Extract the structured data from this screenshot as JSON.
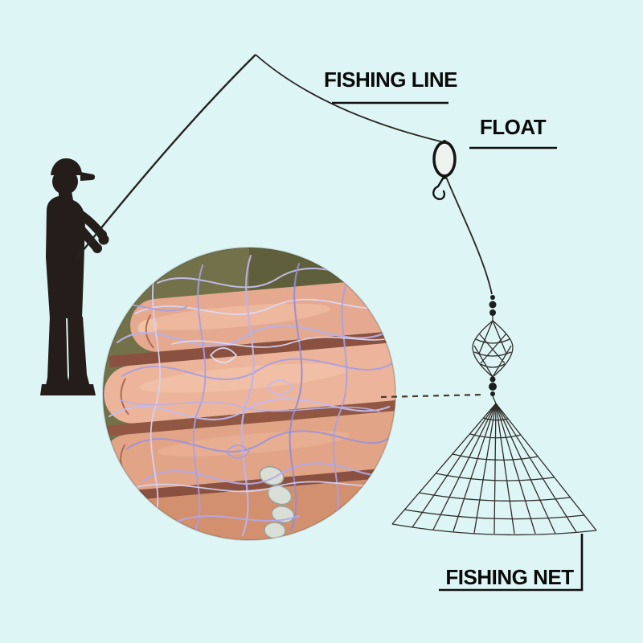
{
  "scene": {
    "background_color": "#ddf5f4",
    "ink_color": "#262320",
    "label_color": "#0a0a0a",
    "mesh_color": "#b3a9e6",
    "skin_color": "#e8ae93",
    "photo_background_color": "#6b6a43"
  },
  "labels": {
    "fishing_line": "FISHING LINE",
    "float": "FLOAT",
    "fishing_net": "FISHING NET"
  }
}
